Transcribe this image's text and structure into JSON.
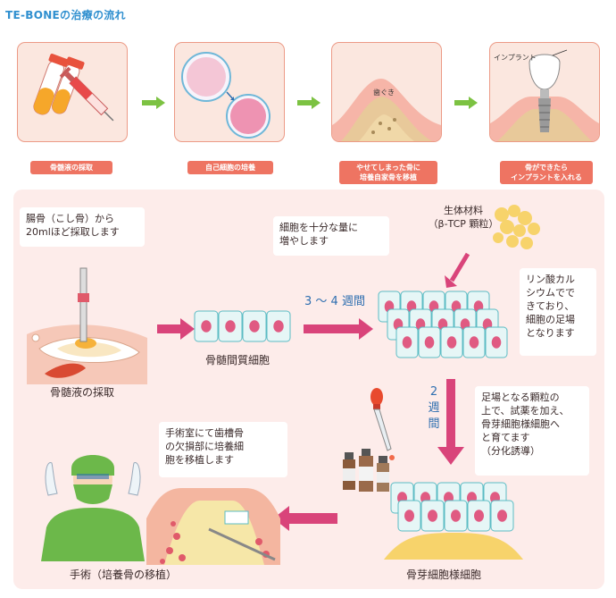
{
  "title": "TE-BONEの治療の流れ",
  "top_steps": [
    {
      "label": "骨髄液の採取"
    },
    {
      "label": "自己細胞の培養"
    },
    {
      "label_line1": "やせてしまった骨に",
      "label_line2": "培養自家骨を移植"
    },
    {
      "label_line1": "骨ができたら",
      "label_line2": "インプラントを入れる"
    }
  ],
  "step3_inner_label": "歯ぐき",
  "step4_inner_label": "インプラント",
  "notes": {
    "harvest": [
      "腸骨（こし骨）から",
      "20mlほど採取します"
    ],
    "grow": [
      "細胞を十分な量に",
      "増やします"
    ],
    "material_line1": "生体材料",
    "material_line2": "（β-TCP 顆粒）",
    "calcium": [
      "リン酸カル",
      "シウムでで",
      "きており、",
      "細胞の足場",
      "となります"
    ],
    "differentiation": [
      "足場となる顆粒の",
      "上で、試薬を加え、",
      "骨芽細胞様細胞へ",
      "と育てます",
      "（分化誘導）"
    ],
    "transplant": [
      "手術室にて歯槽骨",
      "の欠損部に培養細",
      "胞を移植します"
    ]
  },
  "captions": {
    "harvest": "骨髄液の採取",
    "msc": "骨髄間質細胞",
    "osteoblast": "骨芽細胞様細胞",
    "surgery": "手術（培養骨の移植）"
  },
  "periods": {
    "weeks_3_4": "3 ～ 4 週間",
    "weeks_2_num": "2",
    "weeks_2_a": "週",
    "weeks_2_b": "間"
  },
  "colors": {
    "title": "#2f8fcf",
    "step_box": "#fbe7df",
    "step_label": "#ee7462",
    "flow_arrow": "#d9447a",
    "green_arrow": "#7cc242",
    "panel": "#fdecea",
    "cell_fill": "#e6f6f6",
    "cell_border": "#5cbcc4",
    "nucleus": "#e05a82",
    "granule": "#f7d36b"
  }
}
